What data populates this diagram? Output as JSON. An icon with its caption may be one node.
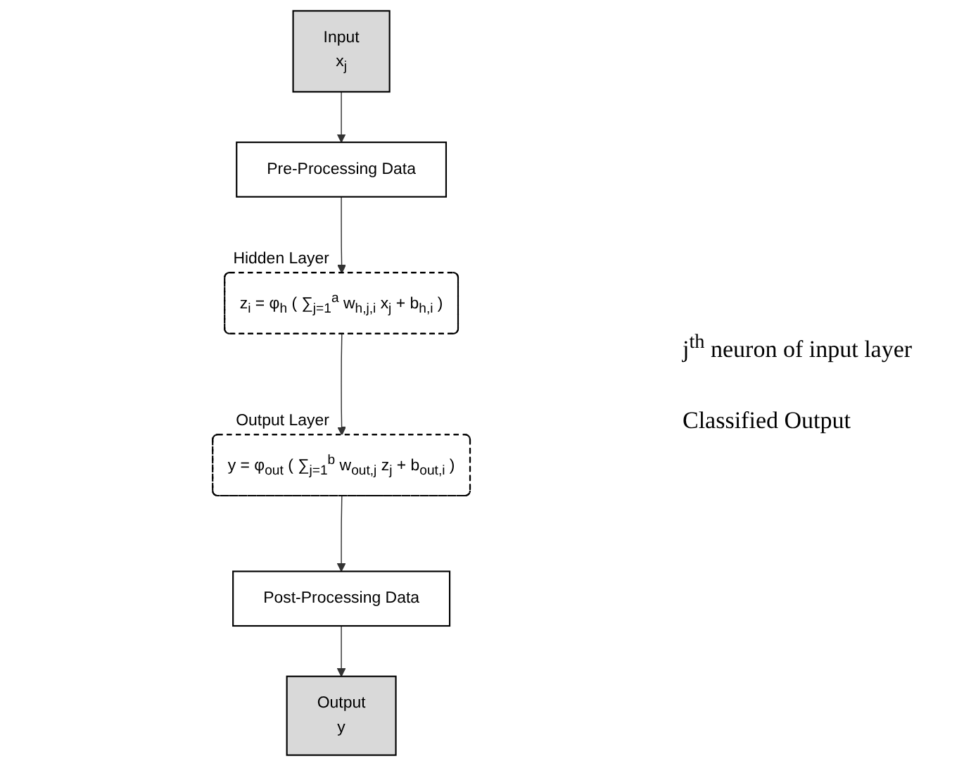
{
  "diagram": {
    "nodes": [
      {
        "text": [
          "Input",
          "x$_{j}$"
        ]
      },
      {
        "text": [
          "Pre-Processing Data"
        ]
      },
      {
        "text": [
          "z$_{i}$ = φ$_{h}$ ( ∑$_{j=1}$$^{a}$ w$_{h,j,i}$ x$_{j}$ + b$_{h,i}$ )"
        ],
        "beside": [
          "Hidden Layer"
        ]
      },
      {
        "text": [
          "y = φ$_{out}$ ( ∑$_{j=1}$$^{b}$ w$_{out,j}$ z$_{j}$ + b$_{out,i}$ )"
        ],
        "beside": [
          "Output Layer"
        ]
      },
      {
        "text": [
          "Post-Processing Data"
        ]
      },
      {
        "text": [
          "Output",
          "y"
        ]
      }
    ],
    "edges": [
      {
        "from": 0,
        "to": 1,
        "arrow": "to"
      },
      {
        "from": 1,
        "to": 2,
        "arrow": "to"
      },
      {
        "from": 2,
        "to": 3,
        "arrow": "to"
      },
      {
        "from": 3,
        "to": 4,
        "arrow": "to"
      },
      {
        "from": 4,
        "to": 5,
        "arrow": "to"
      }
    ],
    "labels": [
      "j$^{th}$ neuron of input layer",
      "Classified Output"
    ]
  }
}
